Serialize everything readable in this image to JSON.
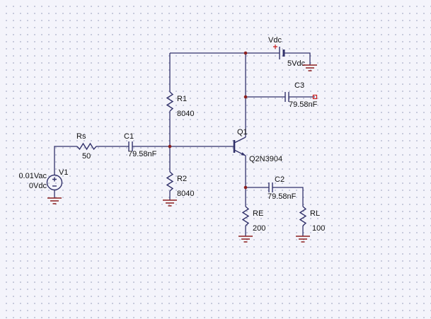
{
  "schematic": {
    "title": "common-emitter-amplifier-schematic",
    "colors": {
      "background": "#f4f4fb",
      "grid_dot": "#b8bcd2",
      "wire": "#32326b",
      "text": "#101010",
      "ground": "#8b1f1f",
      "accent_red": "#c81e1e"
    },
    "components": {
      "vdc": {
        "refdes": "Vdc",
        "value": "5Vdc"
      },
      "c3": {
        "refdes": "C3",
        "value": "79.58nF"
      },
      "r1": {
        "refdes": "R1",
        "value": "8040"
      },
      "q1": {
        "refdes": "Q1",
        "value": "Q2N3904"
      },
      "rs": {
        "refdes": "Rs",
        "value": "50"
      },
      "c1": {
        "refdes": "C1",
        "value": "79.58nF"
      },
      "r2": {
        "refdes": "R2",
        "value": "8040"
      },
      "v1": {
        "refdes": "V1",
        "ac_value": "0.01Vac",
        "dc_value": "0Vdc"
      },
      "c2": {
        "refdes": "C2",
        "value": "79.58nF"
      },
      "re": {
        "refdes": "RE",
        "value": "200"
      },
      "rl": {
        "refdes": "RL",
        "value": "100"
      }
    }
  }
}
